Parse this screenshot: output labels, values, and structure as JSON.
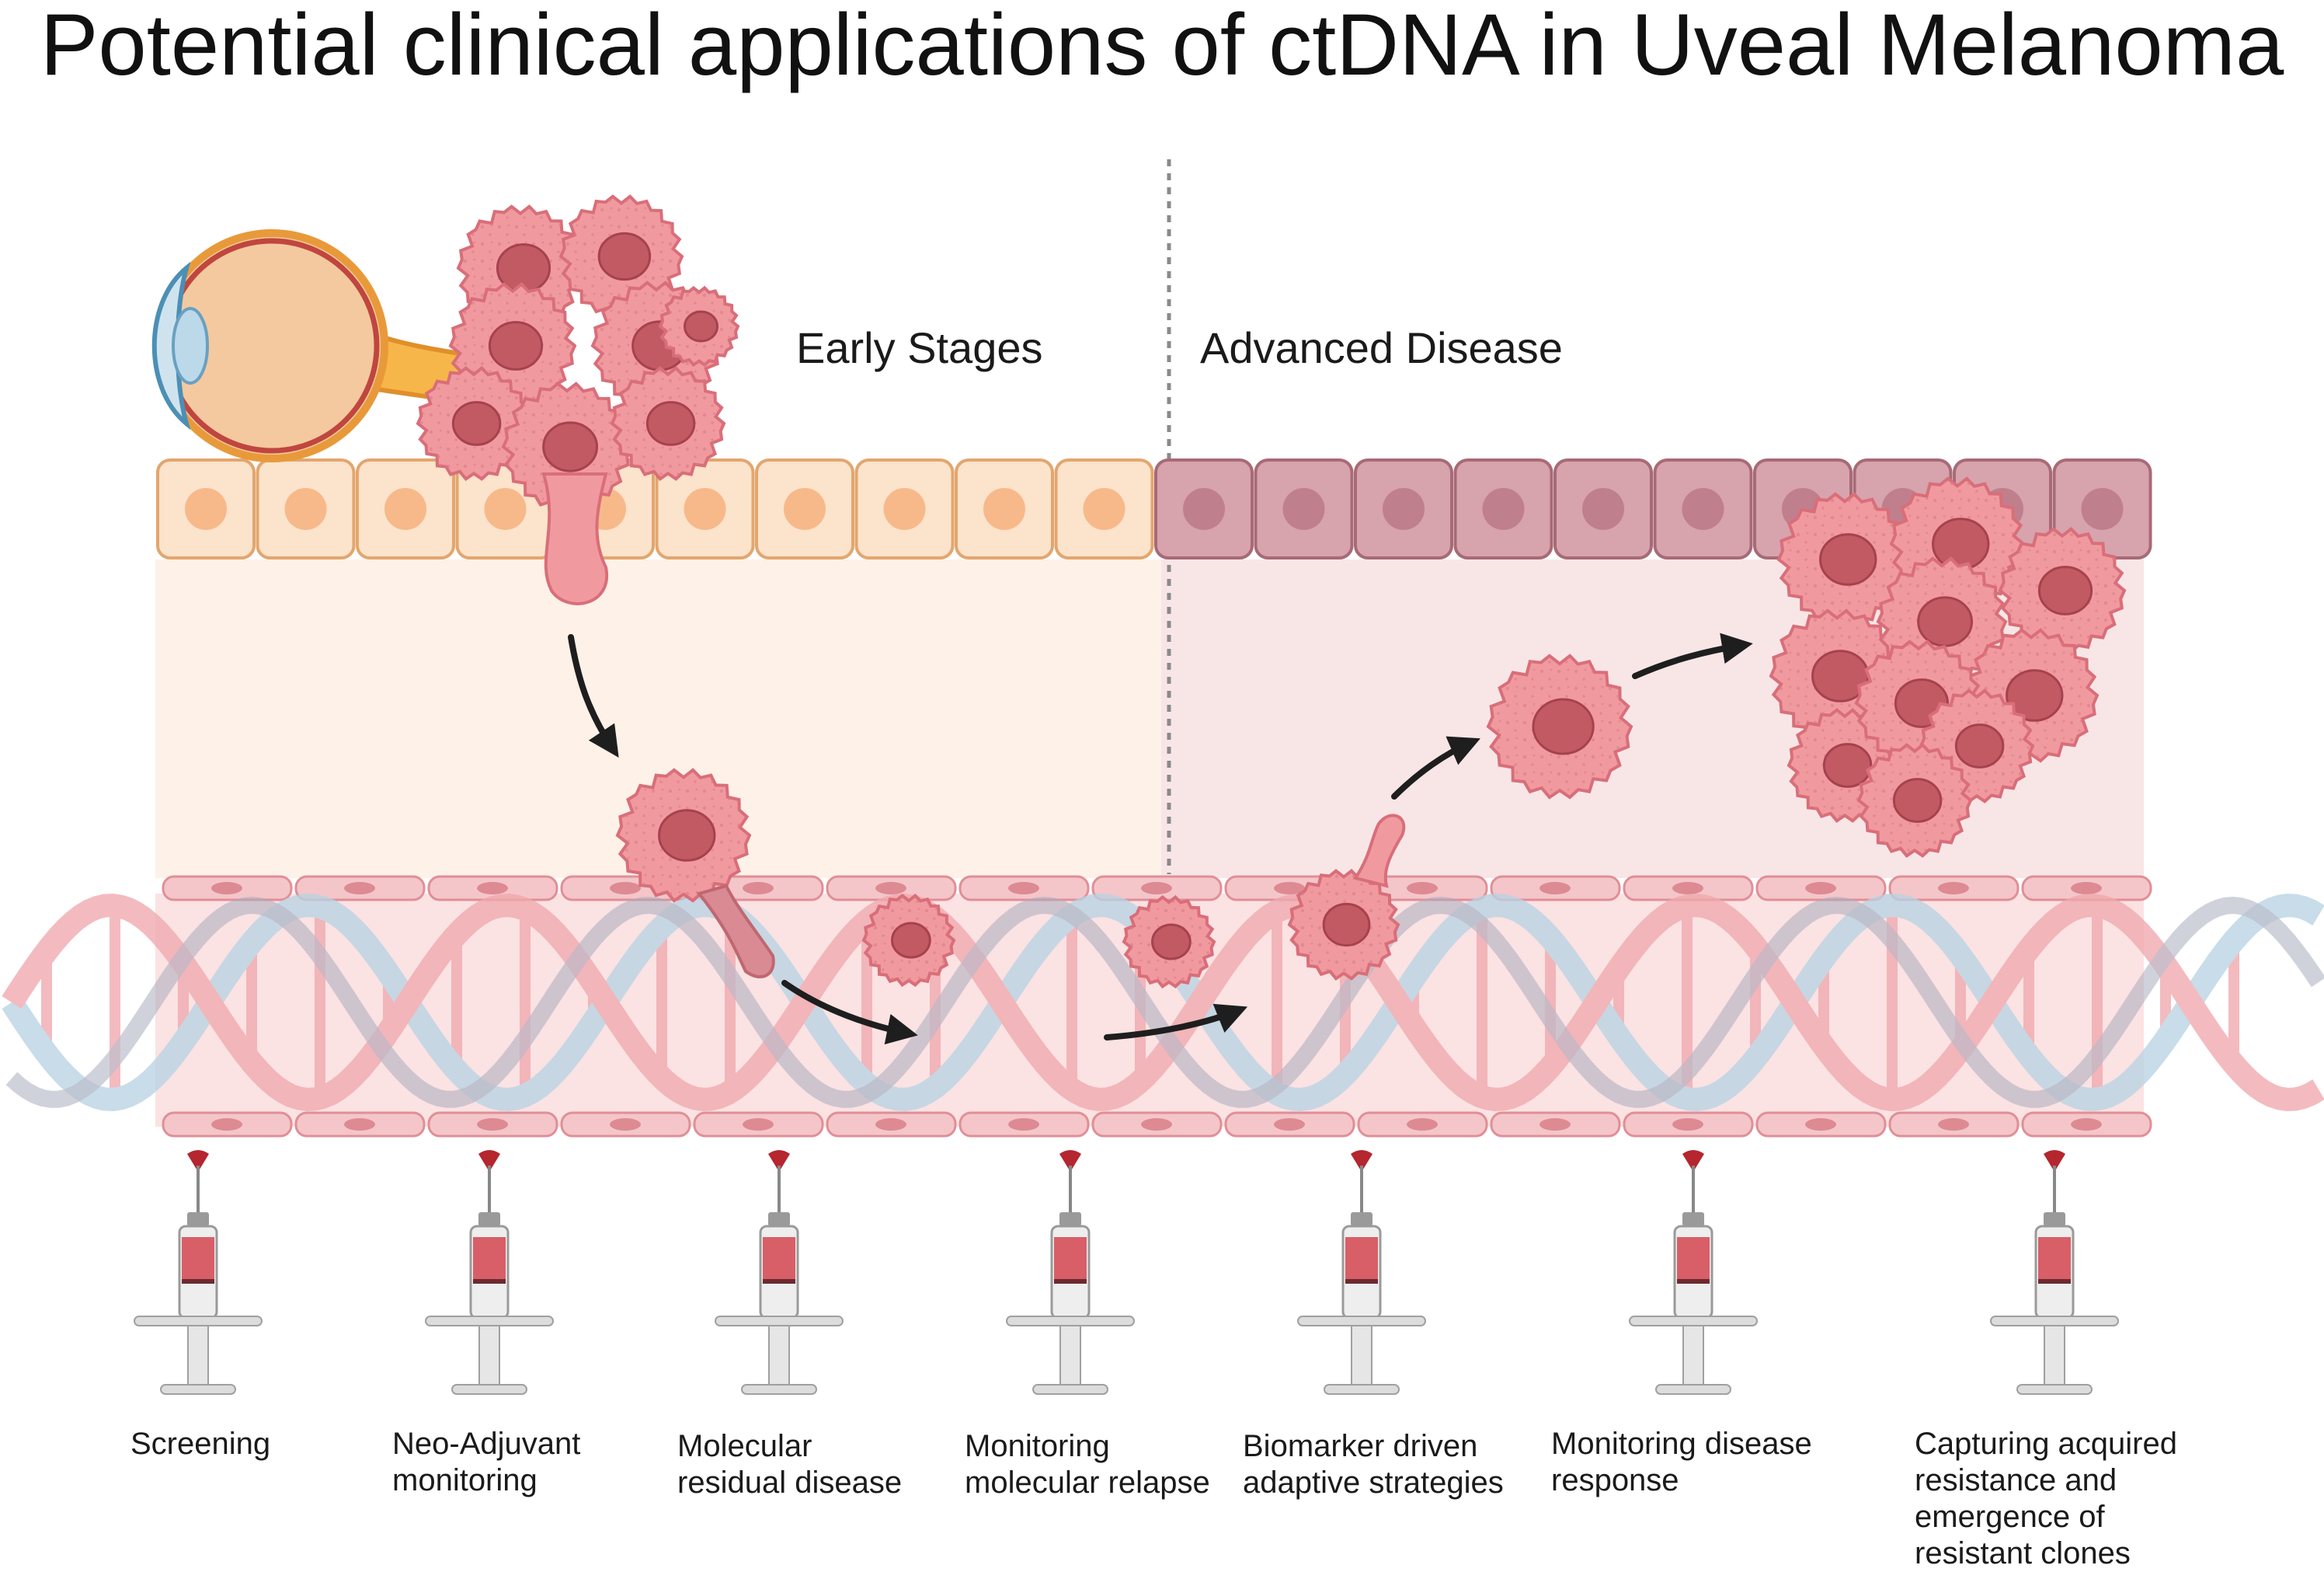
{
  "title": "Potential clinical applications of ctDNA in Uveal Melanoma",
  "phases": {
    "early": "Early Stages",
    "advanced": "Advanced Disease"
  },
  "applications": [
    "Screening",
    "Neo-Adjuvant\nmonitoring",
    "Molecular\nresidual disease",
    "Monitoring\nmolecular relapse",
    "Biomarker driven\nadaptive strategies",
    "Monitoring disease\nresponse",
    "Capturing acquired\nresistance and\nemergence of\nresistant clones"
  ],
  "colors": {
    "early_tissue": "#fbe3cc",
    "advanced_tissue": "#d7a3ad",
    "tumor_cell": "#f09aa0",
    "tumor_nucleus": "#c25a64",
    "vessel": "#f4c6c9",
    "dna_red": "#f0a9ae",
    "dna_blue": "#b9d3e3",
    "dna_gray": "#a9acbd",
    "blood": "#b5262f"
  },
  "icons": [
    "eye-icon",
    "tumor-cell-icon",
    "blood-vessel-icon",
    "dna-helix-icon",
    "syringe-icon",
    "arrow-icon"
  ]
}
